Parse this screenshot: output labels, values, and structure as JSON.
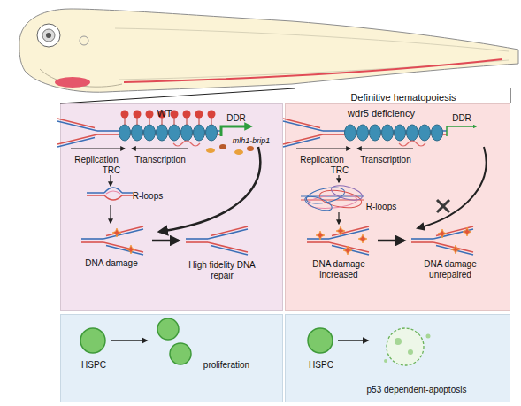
{
  "diagram": {
    "nodes": [
      {
        "text": [
          "Definitive hematopoiesis"
        ]
      },
      {
        "text": [
          "WT",
          "DDR",
          "mlh1-brip1",
          "Replication",
          "Transcription",
          "TRC",
          "R-loops",
          "DNA damage",
          "High fidelity DNA repair"
        ]
      },
      {
        "text": [
          "wdr5 deficiency",
          "DDR",
          "Replication",
          "Transcription",
          "TRC",
          "R-loops",
          "DNA damage increased",
          "DNA damage unrepaired"
        ]
      },
      {
        "text": [
          "HSPC",
          "proliferation"
        ]
      },
      {
        "text": [
          "HSPC",
          "p53 dependent-apoptosis"
        ]
      }
    ],
    "edges": [
      {
        "from": 0,
        "to": 1,
        "arrow": "none"
      },
      {
        "from": 0,
        "to": 2,
        "arrow": "none"
      }
    ]
  }
}
